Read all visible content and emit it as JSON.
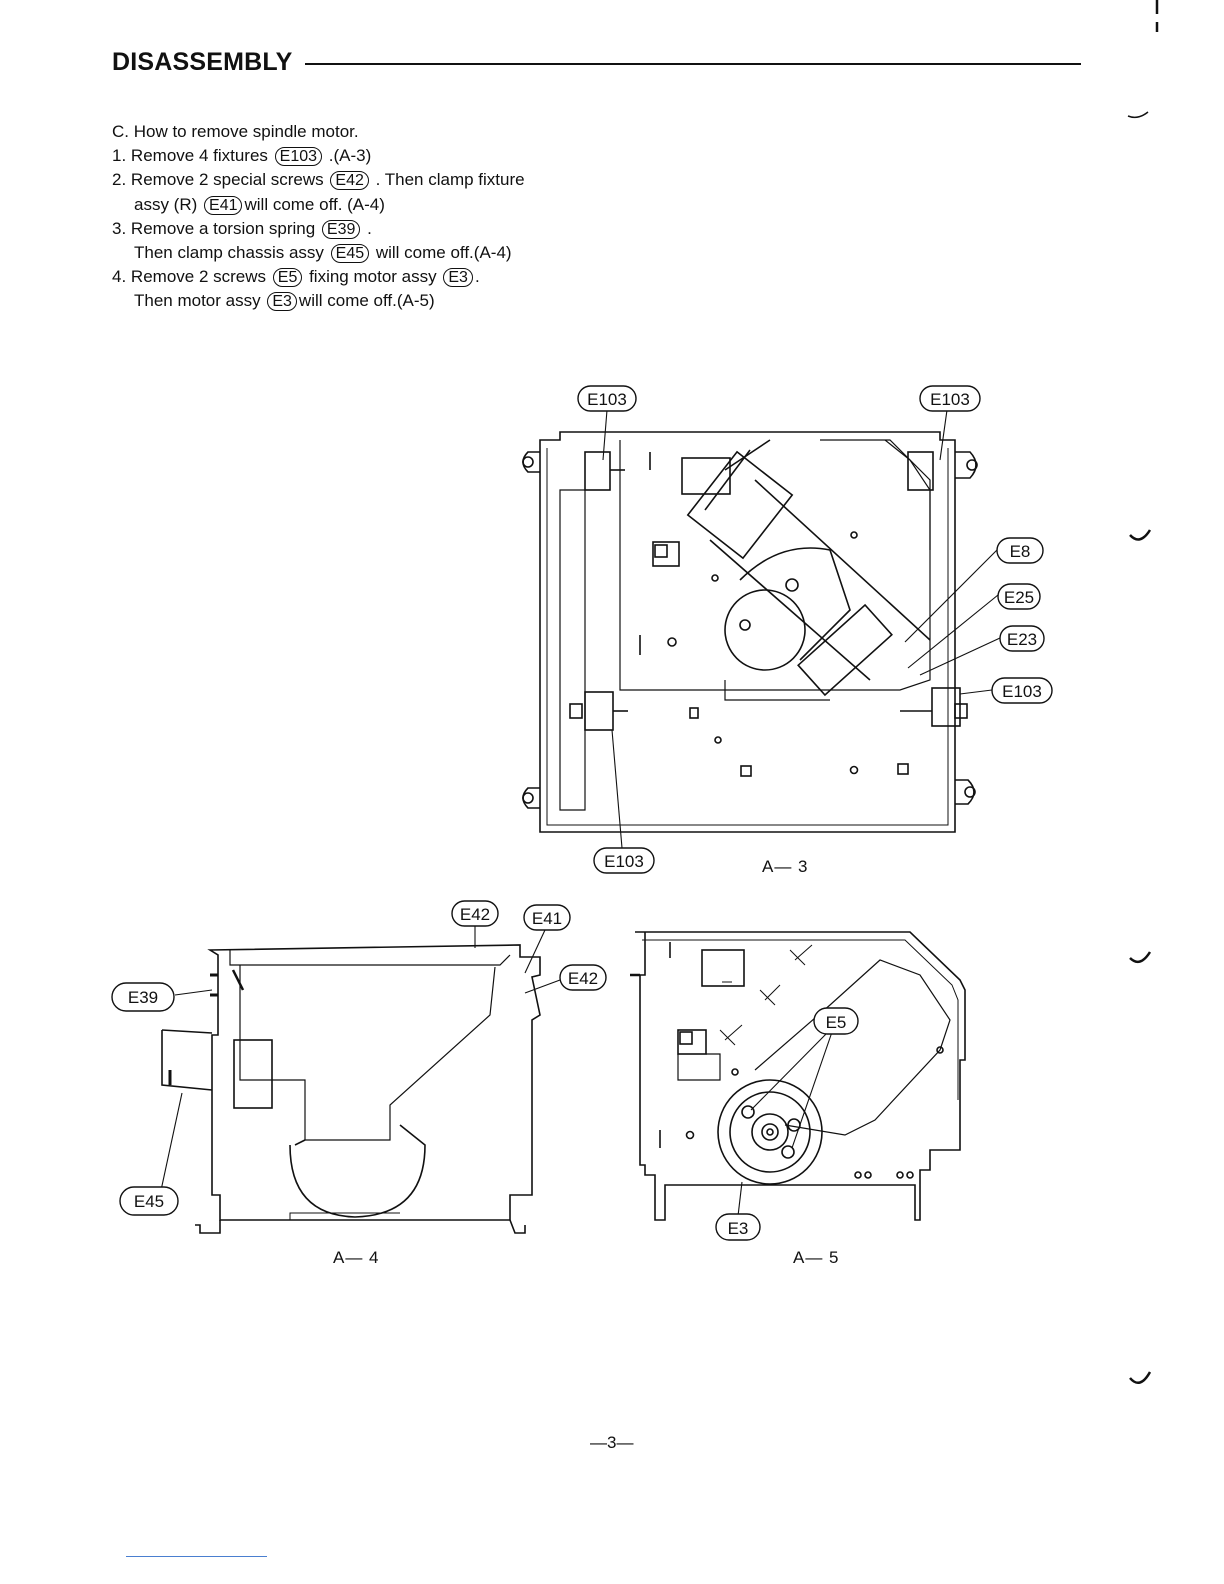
{
  "header": {
    "title": "DISASSEMBLY"
  },
  "section": {
    "title": "C. How to remove spindle motor.",
    "steps": [
      {
        "num": "1.",
        "a": "Remove 4 fixtures",
        "ref": "E103",
        "b": ".(A-3)"
      },
      {
        "num": "2.",
        "a": "Remove 2 special screws",
        "ref": "E42",
        "b": ". Then clamp fixture"
      },
      {
        "a": "assy (R)",
        "ref": "E41",
        "b": "will come off. (A-4)"
      },
      {
        "num": "3.",
        "a": "Remove a torsion spring",
        "ref": "E39",
        "b": "."
      },
      {
        "a": "Then clamp chassis assy",
        "ref": "E45",
        "b": "will come off.(A-4)"
      },
      {
        "num": "4.",
        "a": "Remove 2 screws",
        "ref": "E5",
        "b": "fixing motor assy",
        "ref2": "E3",
        "c": "."
      },
      {
        "a": "Then motor assy",
        "ref": "E3",
        "b": "will come off.(A-5)"
      }
    ]
  },
  "figures": {
    "a3": {
      "label": "A— 3",
      "callouts": {
        "top_left": "E103",
        "top_right": "E103",
        "e8": "E8",
        "e25": "E25",
        "e23": "E23",
        "right": "E103",
        "bottom": "E103"
      }
    },
    "a4": {
      "label": "A— 4",
      "callouts": {
        "e42_top": "E42",
        "e41": "E41",
        "e42_right": "E42",
        "e39": "E39",
        "e45": "E45"
      }
    },
    "a5": {
      "label": "A— 5",
      "callouts": {
        "e5": "E5",
        "e3": "E3"
      }
    }
  },
  "footer": {
    "page_number": "—3—"
  }
}
